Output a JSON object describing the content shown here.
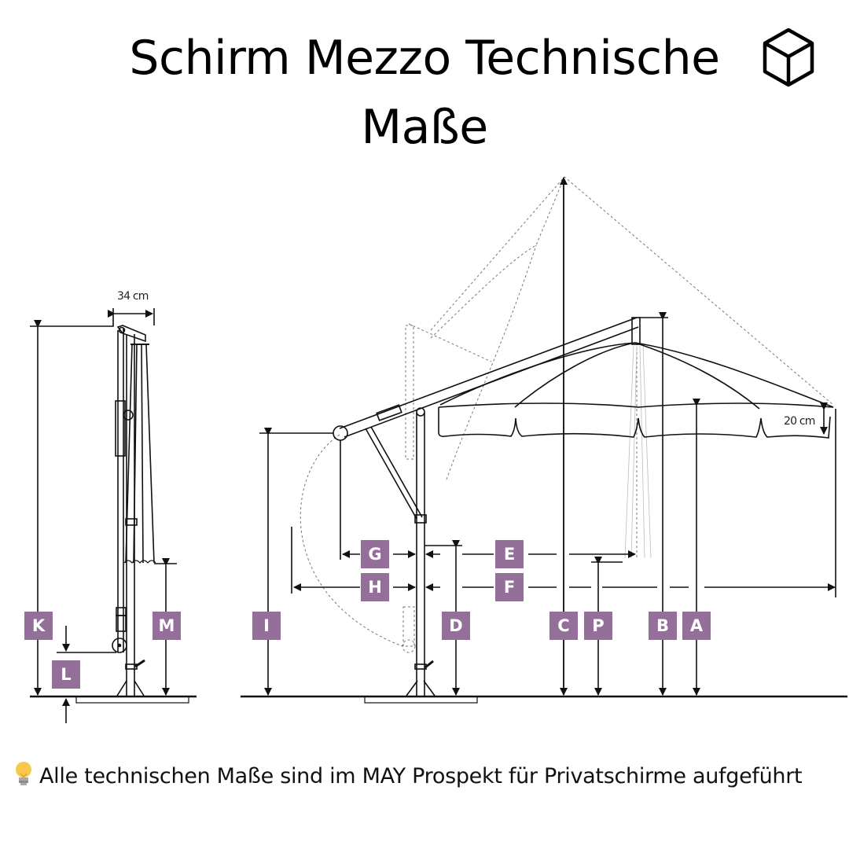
{
  "header": {
    "title_line1": "Schirm Mezzo Technische",
    "title_line2": "Maße",
    "icon": "cube-icon"
  },
  "diagram": {
    "colors": {
      "label_bg": "#936f9a",
      "label_text": "#ffffff",
      "line": "#111111",
      "dashed": "#777777"
    },
    "side_view": {
      "width_annotation": "34 cm",
      "labels": [
        "K",
        "L",
        "M"
      ]
    },
    "front_view": {
      "valance_annotation": "20 cm",
      "labels": [
        "G",
        "H",
        "E",
        "F",
        "I",
        "D",
        "C",
        "P",
        "B",
        "A"
      ]
    },
    "labels": {
      "K": "K",
      "L": "L",
      "M": "M",
      "I": "I",
      "G": "G",
      "H": "H",
      "E": "E",
      "F": "F",
      "D": "D",
      "C": "C",
      "P": "P",
      "B": "B",
      "A": "A"
    }
  },
  "footer": {
    "icon": "lightbulb-icon",
    "text": "Alle technischen Maße sind im MAY Prospekt für Privatschirme aufgeführt"
  }
}
